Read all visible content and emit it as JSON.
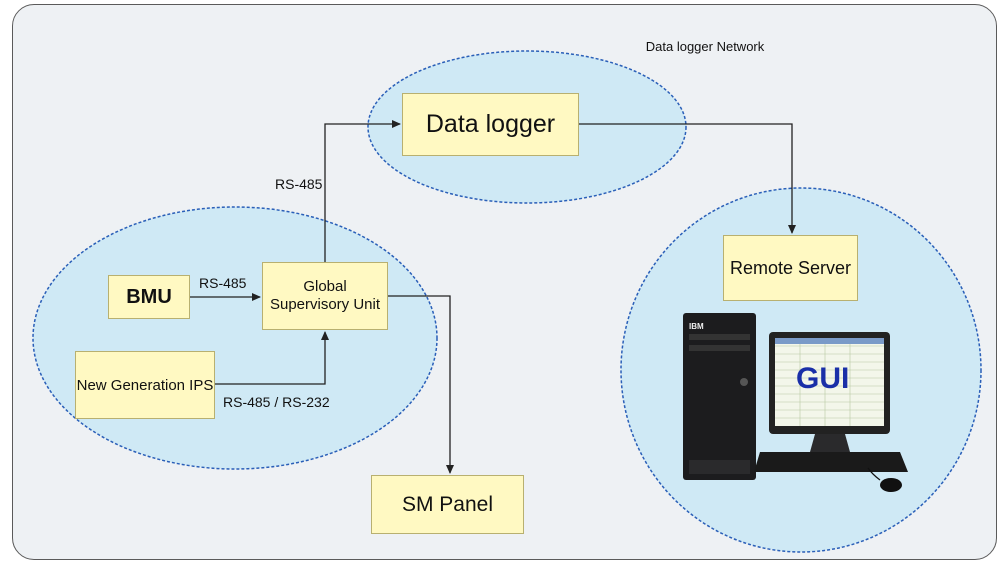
{
  "network_label": "Data logger Network",
  "nodes": {
    "data_logger": "Data logger",
    "bmu": "BMU",
    "global_supervisory_unit": "Global Supervisory Unit",
    "new_generation_ips": "New Generation IPS",
    "sm_panel": "SM Panel",
    "remote_server": "Remote Server"
  },
  "links": {
    "gsu_to_datalogger": "RS-485",
    "bmu_to_gsu": "RS-485",
    "ips_to_gsu": "RS-485 / RS-232"
  },
  "computer": {
    "screen_text": "GUI",
    "brand": "IBM"
  },
  "colors": {
    "node_fill": "#fff9c2",
    "ellipse_fill": "#cfe9f5",
    "ellipse_border": "#2a5fb8",
    "frame_fill": "#eef1f4",
    "gui_text": "#1a2fa8"
  }
}
